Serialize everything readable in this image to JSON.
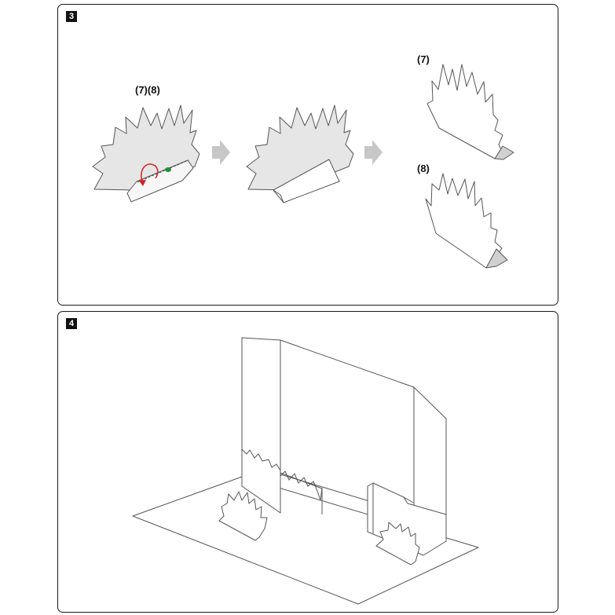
{
  "steps": [
    {
      "number": "3",
      "labels": {
        "pair": "(7)(8)",
        "first": "(7)",
        "second": "(8)"
      }
    },
    {
      "number": "4"
    }
  ],
  "colors": {
    "outline": "#555555",
    "piece_fill": "#e6e6e6",
    "arrow_gray": "#c7c7c7",
    "fold_arrow": "#d42020",
    "glue_dot": "#1f8f3a"
  }
}
